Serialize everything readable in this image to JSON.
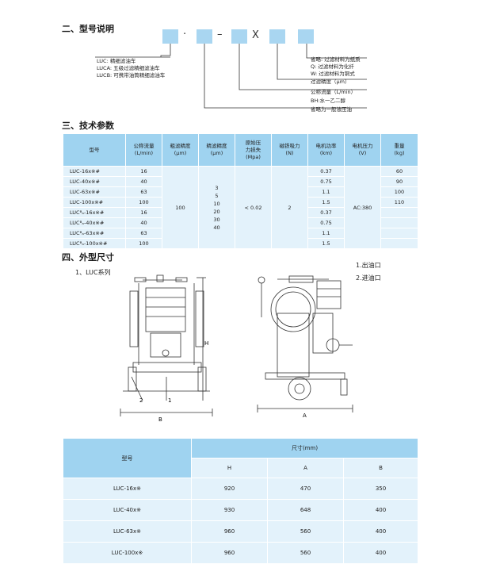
{
  "section2": {
    "title": "二、型号说明",
    "dot": "·",
    "dash": "–",
    "x": "X",
    "left_labels": [
      "LUC: 精细滤油车",
      "LUCA: 五级过滤精细滤油车",
      "LUCB: 可携带油筒精细滤油车"
    ],
    "right_labels": [
      "省略: 过滤材料为纸质",
      "Q: 过滤材料为化纤",
      "W: 过滤材料为铜式",
      "过滤精度（μm）",
      "公称流量（L/min）",
      "BH:水一乙二醇",
      "省略为一般液压油"
    ]
  },
  "section3": {
    "title": "三、技术参数",
    "headers": [
      "型号",
      "公称流量\n(L/min)",
      "粗滤精度\n(μm)",
      "精滤精度\n(μm)",
      "原始压\n力损失\n(Mpa)",
      "磁铁吸力\n(N)",
      "电机功率\n(km)",
      "电机压力\n(V)",
      "重量\n(kg)"
    ],
    "models": [
      "LUC-16x※#",
      "LUC-40x※#",
      "LUC-63x※#",
      "LUC-100x※#",
      "LUCᴮₐ-16x※#",
      "LUCᴮₐ-40x※#",
      "LUCᴮₐ-63x※#",
      "LUCᴮₐ-100x※#"
    ],
    "flows": [
      "16",
      "40",
      "63",
      "100",
      "16",
      "40",
      "63",
      "100"
    ],
    "coarse": "100",
    "fine": [
      "3",
      "5",
      "10",
      "20",
      "30",
      "40"
    ],
    "pressure_loss": "< 0.02",
    "magnet": "2",
    "power": [
      "0.37",
      "0.75",
      "1.1",
      "1.5",
      "0.37",
      "0.75",
      "1.1",
      "1.5"
    ],
    "voltage": "AC:380",
    "weight": [
      "60",
      "90",
      "100",
      "110",
      "",
      "",
      "",
      ""
    ]
  },
  "section4": {
    "title": "四、外型尺寸",
    "subtitle": "1、LUC系列",
    "legend": [
      "1.出油口",
      "2.进油口"
    ],
    "drawing_labels": {
      "h": "H",
      "b": "B",
      "a": "A",
      "n1": "1",
      "n2": "2"
    }
  },
  "dim_table": {
    "col_model": "型号",
    "col_size": "尺寸(mm)",
    "sub": [
      "H",
      "A",
      "B"
    ],
    "rows": [
      [
        "LUC-16x※",
        "920",
        "470",
        "350"
      ],
      [
        "LUC-40x※",
        "930",
        "648",
        "400"
      ],
      [
        "LUC-63x※",
        "960",
        "560",
        "400"
      ],
      [
        "LUC-100x※",
        "960",
        "560",
        "400"
      ]
    ]
  }
}
